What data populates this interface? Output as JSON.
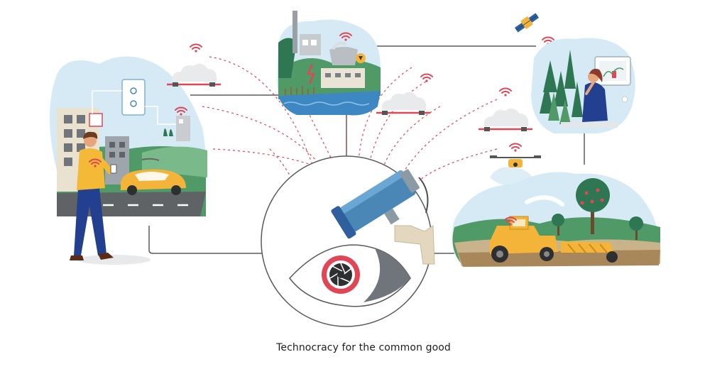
{
  "caption": "Technocracy for the common good",
  "scenes": {
    "city": "smart-city-scene",
    "power_plant": "power-plant-scene",
    "forest_monitoring": "forest-monitoring-scene",
    "farm": "smart-farm-scene",
    "surveillance": "surveillance-camera-scene"
  },
  "colors": {
    "accent_red": "#e04656",
    "line_gray": "#5a5a5a",
    "sky_blue": "#cfe6f3",
    "grass_green": "#4f9a67",
    "dark_green": "#2e7752",
    "vehicle_yellow": "#f4b43a",
    "camera_blue": "#4a87b7",
    "road_gray": "#5f6366"
  },
  "icons": [
    "wifi-signal-icon",
    "cloud-icon",
    "satellite-icon",
    "drone-icon",
    "eye-icon",
    "camera-aperture-icon"
  ]
}
